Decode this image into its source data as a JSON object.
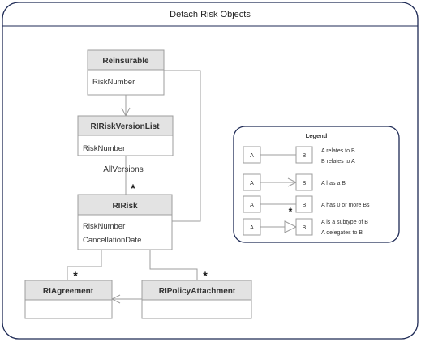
{
  "diagram": {
    "title": "Detach Risk Objects",
    "classes": {
      "reinsurable": {
        "name": "Reinsurable",
        "attributes": [
          "RiskNumber"
        ]
      },
      "ririskversionlist": {
        "name": "RIRiskVersionList",
        "attributes": [
          "RiskNumber"
        ]
      },
      "ririsk": {
        "name": "RIRisk",
        "attributes": [
          "RiskNumber",
          "CancellationDate"
        ]
      },
      "riagreement": {
        "name": "RIAgreement",
        "attributes": []
      },
      "ripolicyattachment": {
        "name": "RIPolicyAttachment",
        "attributes": []
      }
    },
    "role_label": "AllVersions",
    "multiplicity": "*"
  },
  "legend": {
    "title": "Legend",
    "box_a": "A",
    "box_b": "B",
    "rows": [
      {
        "lines": [
          "A relates to B",
          "B relates to A"
        ]
      },
      {
        "lines": [
          "A has a B"
        ]
      },
      {
        "lines": [
          "A has 0 or more Bs"
        ]
      },
      {
        "lines": [
          "A is a subtype of B",
          "A delegates to B"
        ]
      }
    ]
  }
}
